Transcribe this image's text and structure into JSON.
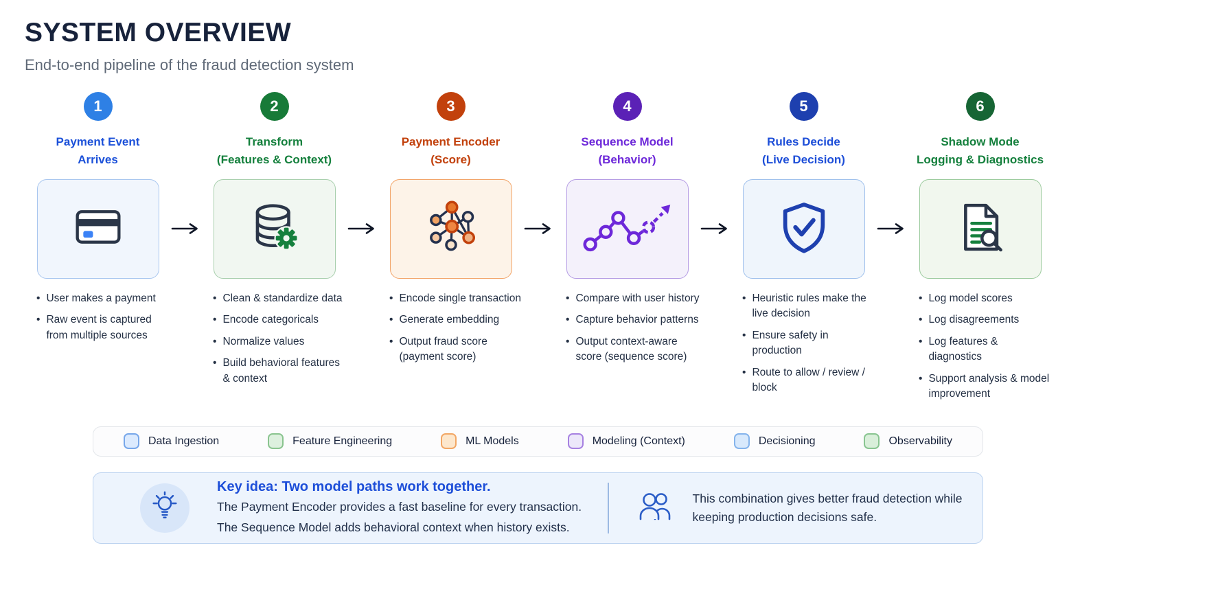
{
  "header": {
    "title": "SYSTEM OVERVIEW",
    "subtitle": "End-to-end pipeline of the fraud detection system"
  },
  "stages": [
    {
      "number": "1",
      "title1": "Payment Event",
      "title2": "Arrives",
      "icon": "credit-card-icon",
      "colors": {
        "badge": "#2e80e5",
        "title": "#1c51d9",
        "cardbg": "#f1f6fd",
        "cardborder": "#a8c6ef"
      },
      "bullets": [
        "User makes a payment",
        "Raw event is captured from multiple sources"
      ]
    },
    {
      "number": "2",
      "title1": "Transform",
      "title2": "(Features & Context)",
      "icon": "database-gear-icon",
      "colors": {
        "badge": "#177a38",
        "title": "#15803d",
        "cardbg": "#f1f7f1",
        "cardborder": "#a8cfad"
      },
      "bullets": [
        "Clean & standardize data",
        "Encode categoricals",
        "Normalize values",
        "Build behavioral features & context"
      ]
    },
    {
      "number": "3",
      "title1": "Payment Encoder",
      "title2": "(Score)",
      "icon": "neural-network-icon",
      "colors": {
        "badge": "#c2410c",
        "title": "#c2410c",
        "cardbg": "#fdf3e8",
        "cardborder": "#f2a468"
      },
      "bullets": [
        "Encode single transaction",
        "Generate embedding",
        "Output fraud score (payment score)"
      ]
    },
    {
      "number": "4",
      "title1": "Sequence Model",
      "title2": "(Behavior)",
      "icon": "trend-chart-icon",
      "colors": {
        "badge": "#5b21b6",
        "title": "#6d28d9",
        "cardbg": "#f4f1fb",
        "cardborder": "#b59ce4"
      },
      "bullets": [
        "Compare with user history",
        "Capture behavior patterns",
        "Output context-aware score (sequence score)"
      ]
    },
    {
      "number": "5",
      "title1": "Rules Decide",
      "title2": "(Live Decision)",
      "icon": "shield-check-icon",
      "colors": {
        "badge": "#1e40af",
        "title": "#1d4ed8",
        "cardbg": "#eff5fc",
        "cardborder": "#9fc0ec"
      },
      "bullets": [
        "Heuristic rules make the live decision",
        "Ensure safety in production",
        "Route to allow / review / block"
      ]
    },
    {
      "number": "6",
      "title1": "Shadow Mode",
      "title2": "Logging & Diagnostics",
      "icon": "document-search-icon",
      "colors": {
        "badge": "#166534",
        "title": "#15803d",
        "cardbg": "#f1f7ee",
        "cardborder": "#9ccb9e"
      },
      "bullets": [
        "Log model scores",
        "Log disagreements",
        "Log features & diagnostics",
        "Support analysis & model improvement"
      ]
    }
  ],
  "legend": {
    "items": [
      {
        "label": "Data Ingestion",
        "fill": "#dbeafe",
        "stroke": "#77a7ea"
      },
      {
        "label": "Feature Engineering",
        "fill": "#ddf0de",
        "stroke": "#8ac48f"
      },
      {
        "label": "ML Models",
        "fill": "#fde7cc",
        "stroke": "#f2a765"
      },
      {
        "label": "Modeling (Context)",
        "fill": "#ece7fa",
        "stroke": "#a781e1"
      },
      {
        "label": "Decisioning",
        "fill": "#d8e9fc",
        "stroke": "#85b4ec"
      },
      {
        "label": "Observability",
        "fill": "#d9efda",
        "stroke": "#89c591"
      }
    ]
  },
  "key_idea": {
    "icon_left": "lightbulb-icon",
    "heading": "Key idea: Two model paths work together.",
    "line1": "The Payment Encoder provides a fast baseline for every transaction.",
    "line2": "The Sequence Model adds behavioral context when history exists.",
    "icon_right": "people-icon",
    "right_text": "This combination gives better fraud detection while keeping production decisions safe."
  }
}
